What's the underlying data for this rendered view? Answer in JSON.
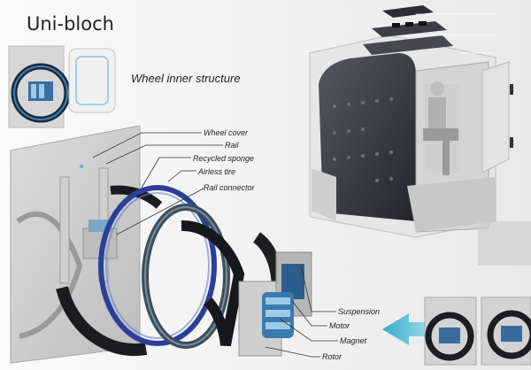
{
  "brand": "Uni-bloch",
  "subtitle": "Wheel inner structure",
  "labels_top": [
    "Wheel cover",
    "Rail",
    "Recycled sponge",
    "Airless tire",
    "Rail connector"
  ],
  "labels_bottom": [
    "Suspension",
    "Motor",
    "Magnet",
    "Rotor"
  ],
  "colors": {
    "accent": "#49b8d8",
    "dark": "#2a2e33",
    "tire": "#1c1d20",
    "blue_ring": "#3b4fa8"
  }
}
